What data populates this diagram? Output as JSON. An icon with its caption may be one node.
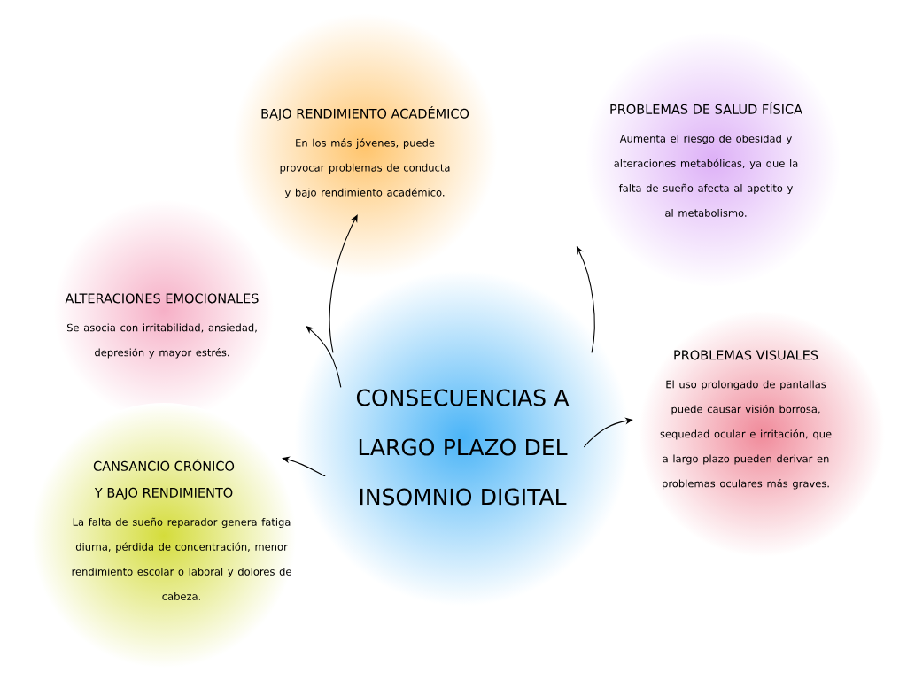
{
  "diagram": {
    "nodes": [
      {
        "text": [
          "CONSECUENCIAS A LARGO PLAZO DEL INSOMNIO DIGITAL"
        ]
      },
      {
        "text": [
          "BAJO RENDIMIENTO ACADÉMICO",
          "En los más jóvenes, puede provocar problemas de conducta y bajo rendimiento académico."
        ]
      },
      {
        "text": [
          "PROBLEMAS DE SALUD FÍSICA",
          "Aumenta el riesgo de obesidad y alteraciones metabólicas, ya que la falta de sueño afecta al apetito y al metabolismo."
        ]
      },
      {
        "text": [
          "ALTERACIONES EMOCIONALES",
          "Se asocia con irritabilidad, ansiedad, depresión y mayor estrés."
        ]
      },
      {
        "text": [
          "PROBLEMAS VISUALES",
          "El uso prolongado de pantallas puede causar visión borrosa, sequedad ocular e irritación, que a largo plazo pueden derivar en problemas oculares más graves."
        ]
      },
      {
        "text": [
          "CANSANCIO CRÓNICO Y BAJO RENDIMIENTO",
          "La falta de sueño reparador genera fatiga diurna, pérdida de concentración, menor rendimiento escolar o laboral y dolores de cabeza."
        ]
      }
    ],
    "edges": [
      {
        "from": 0,
        "to": 1,
        "arrow": "to"
      },
      {
        "from": 0,
        "to": 2,
        "arrow": "to"
      },
      {
        "from": 0,
        "to": 3,
        "arrow": "to"
      },
      {
        "from": 0,
        "to": 4,
        "arrow": "to"
      },
      {
        "from": 0,
        "to": 5,
        "arrow": "to"
      }
    ]
  }
}
